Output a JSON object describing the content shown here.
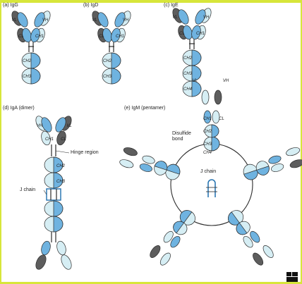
{
  "colors": {
    "light_domain": "#d6eef4",
    "blue_domain": "#6fb3e0",
    "dark_domain": "#5d5d5d",
    "outline": "#2b2b2b",
    "frame": "#d7e63a"
  },
  "panels": {
    "igg": {
      "label": "(a) IgG"
    },
    "igd": {
      "label": "(b) IgD"
    },
    "ige": {
      "label": "(c) IgE"
    },
    "iga": {
      "label": "(d) IgA (dimer)"
    },
    "igm": {
      "label": "(e) IgM (pentamer)"
    }
  },
  "domain_labels": {
    "vl": "VL",
    "vh": "VH",
    "cl": "CL",
    "ch1": "CH1",
    "ch2": "CH2",
    "ch3": "CH3",
    "ch4": "CH4"
  },
  "callouts": {
    "hinge": "Hinge region",
    "j_chain_iga": "J chain",
    "disulfide": "Disulfide bond",
    "j_chain_igm": "J chain"
  },
  "logo": {
    "icon": "publisher-logo-icon"
  }
}
